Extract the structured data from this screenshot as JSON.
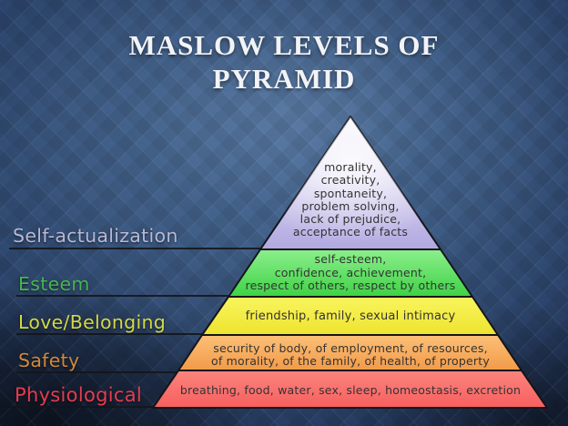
{
  "slide": {
    "title_line1": "MASLOW LEVELS OF",
    "title_line2": "PYRAMID",
    "title_color": "#f2f3f6",
    "background_color": "#2e486f"
  },
  "pyramid": {
    "outline_color": "#14141a",
    "text_color": "#333333",
    "levels": [
      {
        "label": "Self-actualization",
        "label_color": "#b7b9d6",
        "fill_top": "#faf8fe",
        "fill_bottom": "#b1a8e0",
        "lines": [
          "morality,",
          "creativity,",
          "spontaneity,",
          "problem solving,",
          "lack of prejudice,",
          "acceptance of facts"
        ]
      },
      {
        "label": "Esteem",
        "label_color": "#45b64d",
        "fill_top": "#8cef8c",
        "fill_bottom": "#3ed245",
        "lines": [
          "self-esteem,",
          "confidence, achievement,",
          "respect of others, respect by others"
        ]
      },
      {
        "label": "Love/Belonging",
        "label_color": "#d2d947",
        "fill_top": "#f9f55e",
        "fill_bottom": "#eee32f",
        "lines": [
          "friendship, family, sexual intimacy"
        ]
      },
      {
        "label": "Safety",
        "label_color": "#cf883c",
        "fill_top": "#fcc078",
        "fill_bottom": "#f29a48",
        "lines": [
          "security of body, of employment, of resources,",
          "of morality, of the family, of health, of property"
        ]
      },
      {
        "label": "Physiological",
        "label_color": "#e63c4f",
        "fill_top": "#fc847d",
        "fill_bottom": "#f75f5f",
        "lines": [
          "breathing, food, water, sex, sleep, homeostasis, excretion"
        ]
      }
    ]
  }
}
